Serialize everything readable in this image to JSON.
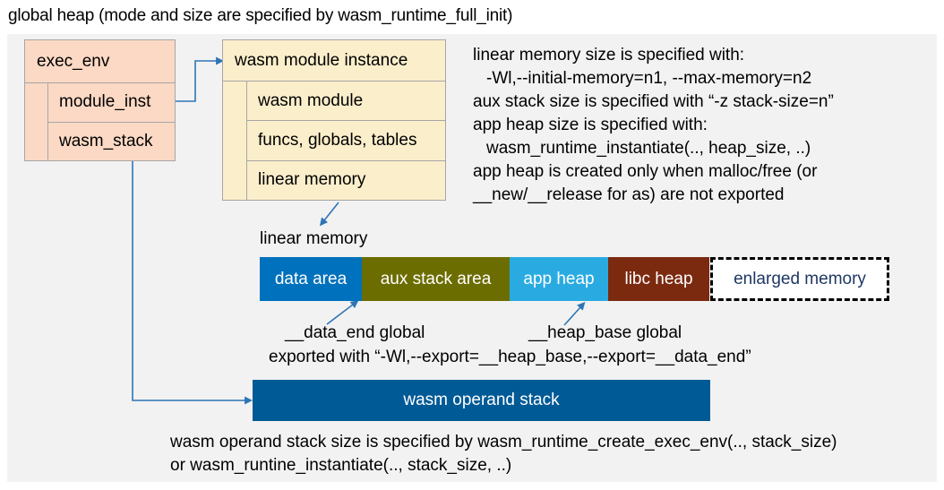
{
  "title": "global heap (mode and size are specified by wasm_runtime_full_init)",
  "colors": {
    "panel_bg": "#F2F2F2",
    "exec_env_fill": "#FBD9C5",
    "module_fill": "#FBEECB",
    "box_border": "#A6A6A6",
    "connector": "#2E75B6",
    "operand_stack_fill": "#005A96",
    "enlarged_text": "#1F3864"
  },
  "exec_env": {
    "header": "exec_env",
    "rows": [
      "module_inst",
      "wasm_stack"
    ]
  },
  "module_instance": {
    "header": "wasm module instance",
    "rows": [
      "wasm module",
      "funcs, globals, tables",
      "linear memory"
    ]
  },
  "notes": {
    "lines": [
      "linear memory size is specified with:",
      "-Wl,--initial-memory=n1, --max-memory=n2",
      "aux stack size is specified with “-z stack-size=n”",
      "app heap size is specified with:",
      "wasm_runtime_instantiate(.., heap_size, ..)",
      "app heap is created only when malloc/free (or",
      "__new/__release for as) are not exported"
    ]
  },
  "linear_memory": {
    "label": "linear memory",
    "segments": [
      {
        "label": "data area",
        "color": "#0071BC"
      },
      {
        "label": "aux stack area",
        "color": "#6C6D00"
      },
      {
        "label": "app heap",
        "color": "#29ABE2"
      },
      {
        "label": "libc heap",
        "color": "#7B2A10"
      },
      {
        "label": "enlarged memory",
        "color": "#FFFFFF"
      }
    ]
  },
  "annotations": {
    "data_end_label": "__data_end global",
    "heap_base_label": "__heap_base global",
    "exported_line": "exported with “-Wl,--export=__heap_base,--export=__data_end”"
  },
  "operand_stack": {
    "label": "wasm operand stack"
  },
  "footer": {
    "lines": [
      "wasm operand stack size is specified by wasm_runtime_create_exec_env(.., stack_size)",
      "or wasm_runtine_instantiate(.., stack_size, ..)"
    ]
  }
}
